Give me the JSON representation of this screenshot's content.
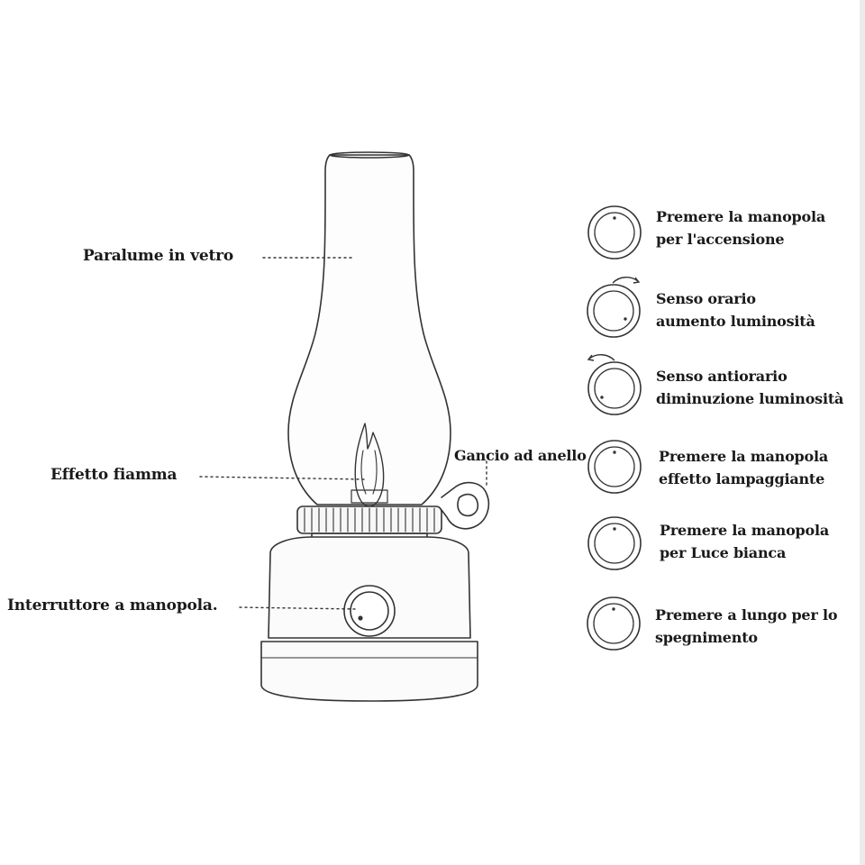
{
  "colors": {
    "ink": "#333333",
    "background": "#ffffff",
    "lamp_fill": "#fbfbfb"
  },
  "labels": {
    "glass_shade": "Paralume in vetro",
    "flame_effect": "Effetto fiamma",
    "knob_switch": "Interruttore a manopola.",
    "ring_hook": "Gancio ad anello"
  },
  "steps": [
    {
      "icon": "knob-press-icon",
      "lines": [
        "Premere la manopola",
        "per l'accensione"
      ]
    },
    {
      "icon": "knob-clockwise-icon",
      "lines": [
        "Senso orario",
        "aumento luminosità"
      ]
    },
    {
      "icon": "knob-counterclockwise-icon",
      "lines": [
        "Senso antiorario",
        "diminuzione luminosità"
      ]
    },
    {
      "icon": "knob-press-icon",
      "lines": [
        "Premere la manopola",
        "effetto lampaggiante"
      ]
    },
    {
      "icon": "knob-press-icon",
      "lines": [
        "Premere la manopola",
        "per Luce bianca"
      ]
    },
    {
      "icon": "knob-press-icon",
      "lines": [
        "Premere a lungo per lo",
        "spegnimento"
      ]
    }
  ]
}
